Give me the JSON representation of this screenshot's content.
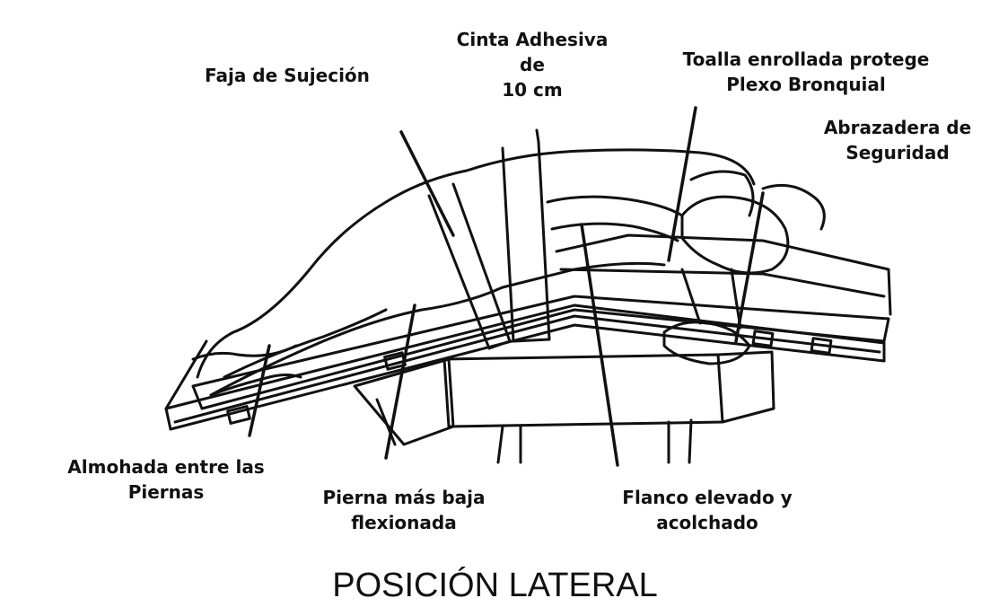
{
  "labels": {
    "faja": "Faja de Sujeción",
    "cinta": [
      "Cinta Adhesiva",
      "de",
      "10 cm"
    ],
    "toalla": [
      "Toalla enrollada protege",
      "Plexo Bronquial"
    ],
    "abrazadera": [
      "Abrazadera de",
      "Seguridad"
    ],
    "almohada": [
      "Almohada entre las",
      "Piernas"
    ],
    "pierna": [
      "Pierna más baja",
      "flexionada"
    ],
    "flanco": [
      "Flanco elevado y",
      "acolchado"
    ]
  },
  "caption": "POSICIÓN LATERAL",
  "colors": {
    "ink": "#111111",
    "background": "#ffffff"
  }
}
